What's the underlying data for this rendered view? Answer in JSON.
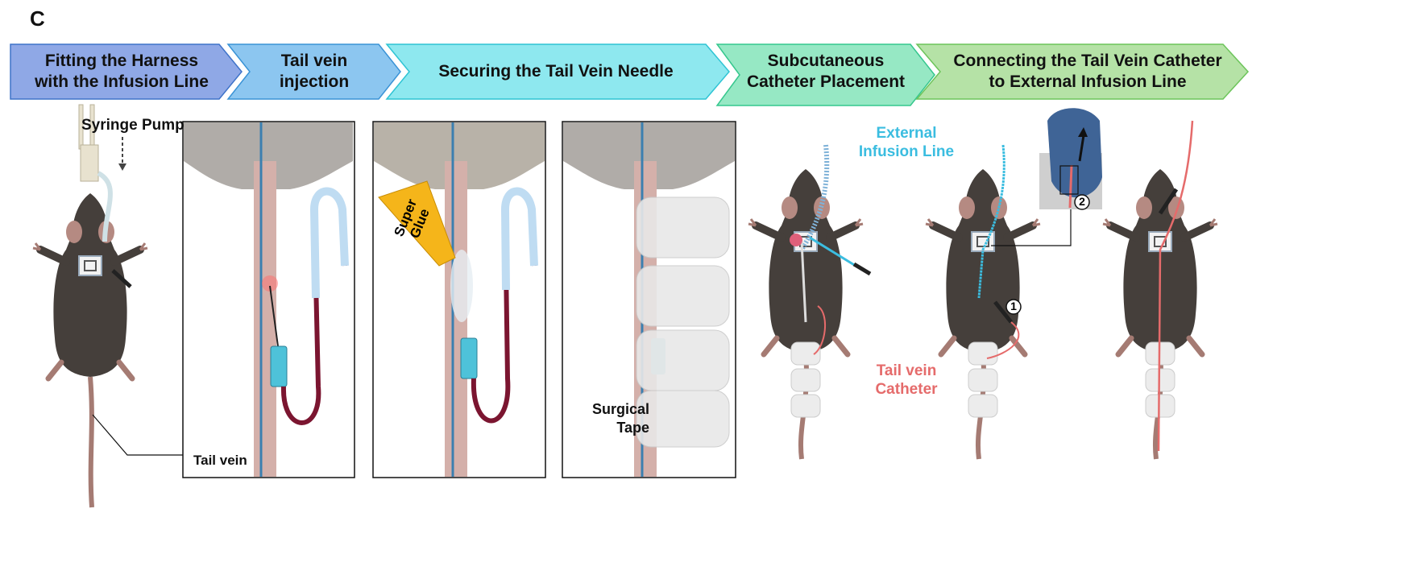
{
  "panel_letter": "C",
  "steps": [
    {
      "label": "Fitting the Harness with the Infusion Line",
      "line1": "Fitting the Harness",
      "line2": "with the Infusion Line",
      "color": "#8fa8e6"
    },
    {
      "label": "Tail vein injection",
      "line1": "Tail vein",
      "line2": "injection",
      "color": "#8cc6f0"
    },
    {
      "label": "Securing the Tail Vein Needle",
      "line1": "Securing the Tail Vein Needle",
      "line2": "",
      "color": "#8ee8ef"
    },
    {
      "label": "Subcutaneous Catheter Placement",
      "line1": "Subcutaneous",
      "line2": "Catheter Placement",
      "color": "#96e8c4"
    },
    {
      "label": "Connecting the Tail Vein Catheter to External Infusion Line",
      "line1": "Connecting the Tail Vein Catheter",
      "line2": "to External Infusion Line",
      "color": "#b5e2a6"
    }
  ],
  "annotations": {
    "syringe_pump": "Syringe Pump",
    "tail_vein": "Tail vein",
    "super_glue_1": "Super",
    "super_glue_2": "Glue",
    "surgical_tape_1": "Surgical",
    "surgical_tape_2": "Tape",
    "external_line_1": "External",
    "external_line_2": "Infusion Line",
    "tail_vein_catheter_1": "Tail vein",
    "tail_vein_catheter_2": "Catheter",
    "step_marker_1": "1",
    "step_marker_2": "2"
  },
  "colors": {
    "external_line": "#3bbde0",
    "catheter": "#e56b6b",
    "mouse": "#453f3b",
    "blood": "#8a1a35",
    "glue": "#f5b51a",
    "glove": "#3f6496"
  }
}
